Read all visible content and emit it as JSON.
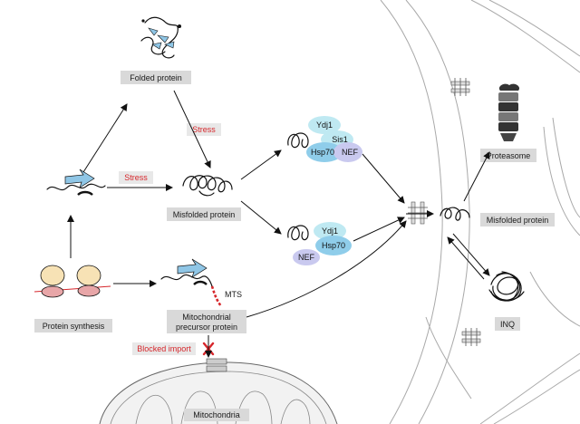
{
  "labels": {
    "folded_protein": "Folded protein",
    "misfolded_protein_center": "Misfolded protein",
    "protein_synthesis": "Protein synthesis",
    "mito_precursor_line1": "Mitochondrial",
    "mito_precursor_line2": "precursor protein",
    "mitochondria": "Mitochondria",
    "proteasome": "Proteasome",
    "misfolded_protein_nucleus": "Misfolded protein",
    "inq": "INQ",
    "mts": "MTS"
  },
  "red_labels": {
    "stress_diagonal": "Stress",
    "stress_horizontal": "Stress",
    "blocked_import": "Blocked import"
  },
  "chaperones_top": {
    "ydj1": "Ydj1",
    "sis1": "Sis1",
    "hsp70": "Hsp70",
    "nef": "NEF"
  },
  "chaperones_bottom": {
    "ydj1": "Ydj1",
    "hsp70": "Hsp70",
    "nef": "NEF"
  },
  "colors": {
    "chaperone_cyan": "#bfe9f2",
    "hsp70_blue": "#8fcdea",
    "nef_lavender": "#c9c9ef",
    "ribosome_yellow": "#f7e2b5",
    "ribosome_pink": "#e8a6a8",
    "arrow_blue": "#8fc6e6",
    "red": "#d6262b",
    "box_grey": "#d9d9d9"
  }
}
